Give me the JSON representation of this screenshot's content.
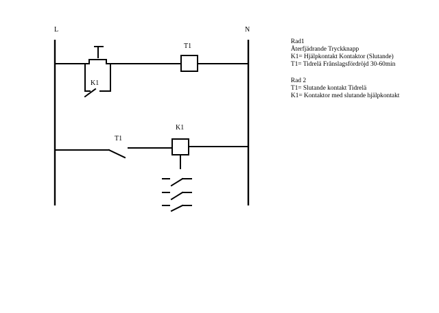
{
  "diagram": {
    "rails": {
      "left_label": "L",
      "right_label": "N"
    },
    "rung1": {
      "pushbutton_contact_label": "K1",
      "coil_label": "T1"
    },
    "rung2": {
      "timer_contact_label": "T1",
      "coil_label": "K1"
    }
  },
  "legend": {
    "rung1": {
      "heading": "Rad1",
      "lines": [
        "Återfjädrande Tryckknapp",
        "K1= Hjälpkontakt Kontaktor (Slutande)",
        "T1= Tidrelä Frånslagsfördröjd 30-60min"
      ]
    },
    "rung2": {
      "heading": "Rad 2",
      "lines": [
        "T1= Slutande kontakt Tidrelä",
        "K1= Kontaktor med slutande hjälpkontakt"
      ]
    }
  }
}
